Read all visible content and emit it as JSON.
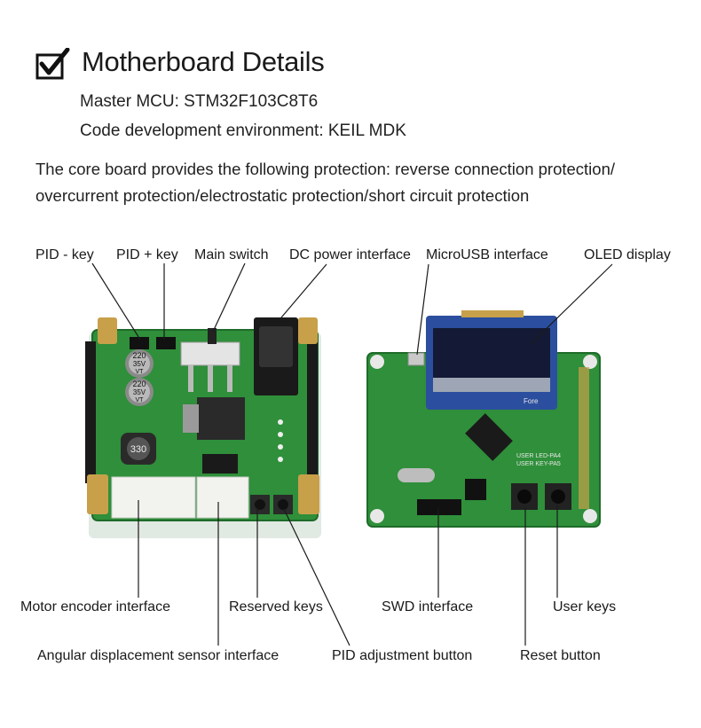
{
  "header": {
    "title": "Motherboard Details",
    "icon": "checkbox-checked-icon"
  },
  "specs": {
    "mcu": "Master MCU: STM32F103C8T6",
    "ide": "Code development environment: KEIL MDK"
  },
  "description": {
    "line1": "The core board provides the following protection: reverse connection protection/",
    "line2": "overcurrent protection/electrostatic protection/short circuit protection"
  },
  "labels": {
    "pid_minus_key": "PID - key",
    "pid_plus_key": "PID + key",
    "main_switch": "Main switch",
    "dc_power": "DC power interface",
    "micro_usb": "MicroUSB interface",
    "oled_display": "OLED display",
    "motor_encoder": "Motor encoder interface",
    "reserved_keys": "Reserved keys",
    "swd_interface": "SWD interface",
    "user_keys": "User keys",
    "angular_sensor": "Angular displacement sensor interface",
    "pid_adjust": "PID adjustment button",
    "reset_button": "Reset button"
  },
  "board_markings": {
    "cap_value": "220",
    "cap_voltage": "35V",
    "cap_series": "VT",
    "inductor": "330",
    "oled_text": "Fore",
    "user_led": "USER LED-PA4",
    "user_key": "USER KEY-PA5"
  },
  "colors": {
    "pcb_green": "#2f8f3a",
    "pcb_dark": "#1f6b2a",
    "oled_blue": "#2b4f9e",
    "connector_white": "#f2f2ee",
    "line_color": "#1a1a1a"
  }
}
